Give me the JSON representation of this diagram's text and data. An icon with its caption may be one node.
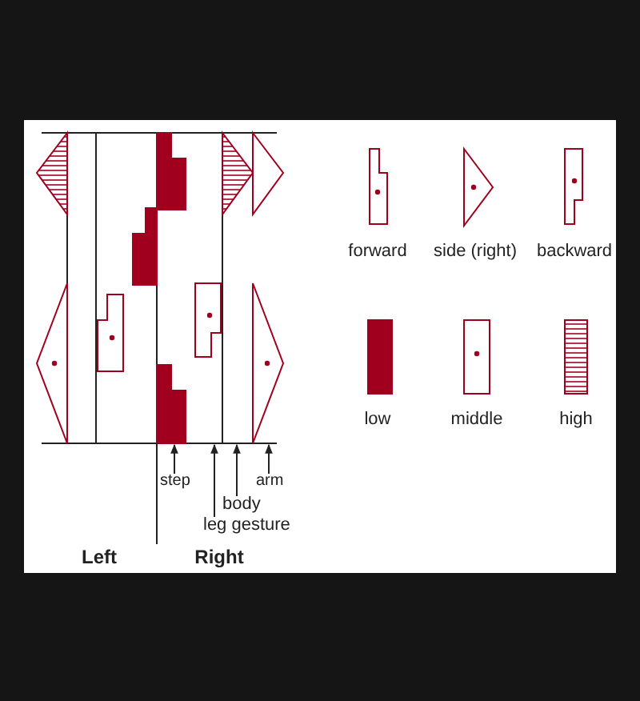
{
  "diagram": {
    "nodes": [
      {
        "text": [
          "step"
        ]
      },
      {
        "text": [
          "body"
        ]
      },
      {
        "text": [
          "leg gesture"
        ]
      },
      {
        "text": [
          "arm"
        ]
      },
      {
        "text": [],
        "shape": "picture"
      }
    ],
    "edges": [
      {
        "from": 0,
        "to": 4,
        "arrow": "to"
      },
      {
        "from": 1,
        "to": 4,
        "arrow": "to"
      },
      {
        "from": 2,
        "to": 4,
        "arrow": "to"
      },
      {
        "from": 3,
        "to": 4,
        "arrow": "to"
      }
    ],
    "labels": [
      "Left",
      "Right"
    ],
    "legend": [
      {
        "text": "forward"
      },
      {
        "text": "side (right)"
      },
      {
        "text": "backward"
      },
      {
        "text": "low"
      },
      {
        "text": "middle"
      },
      {
        "text": "high"
      }
    ]
  }
}
